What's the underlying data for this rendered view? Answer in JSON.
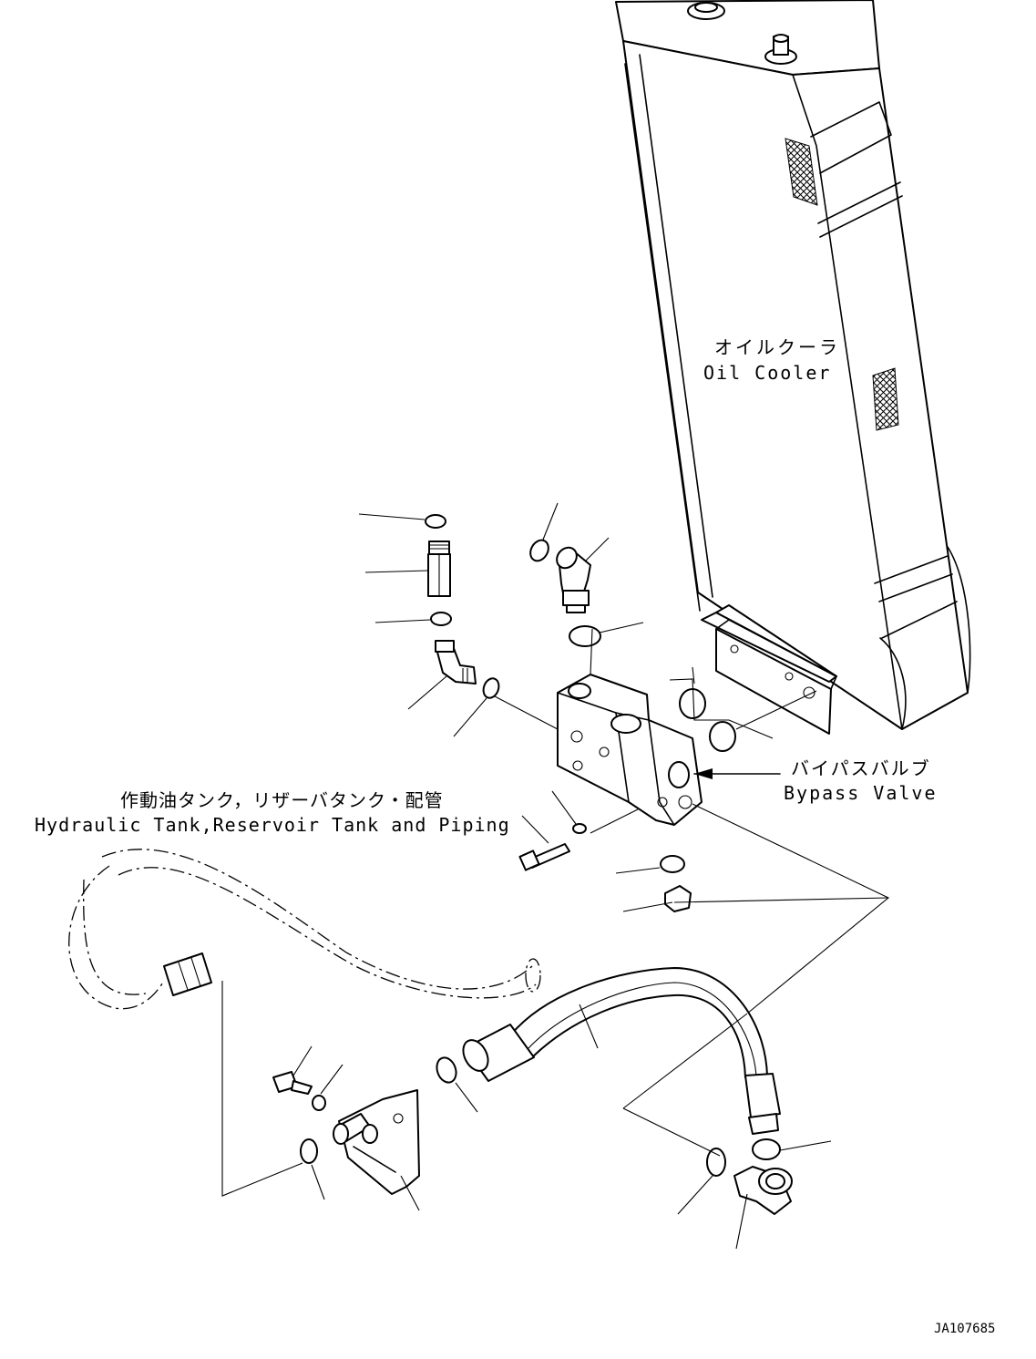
{
  "labels": {
    "oil_cooler_jp": "オイルクーラ",
    "oil_cooler_en": "Oil Cooler",
    "bypass_valve_jp": "バイパスバルブ",
    "bypass_valve_en": "Bypass Valve",
    "tank_piping_jp": "作動油タンク，リザーバタンク・配管",
    "tank_piping_en": "Hydraulic Tank,Reservoir Tank and Piping",
    "drawing_number": "JA107685"
  }
}
